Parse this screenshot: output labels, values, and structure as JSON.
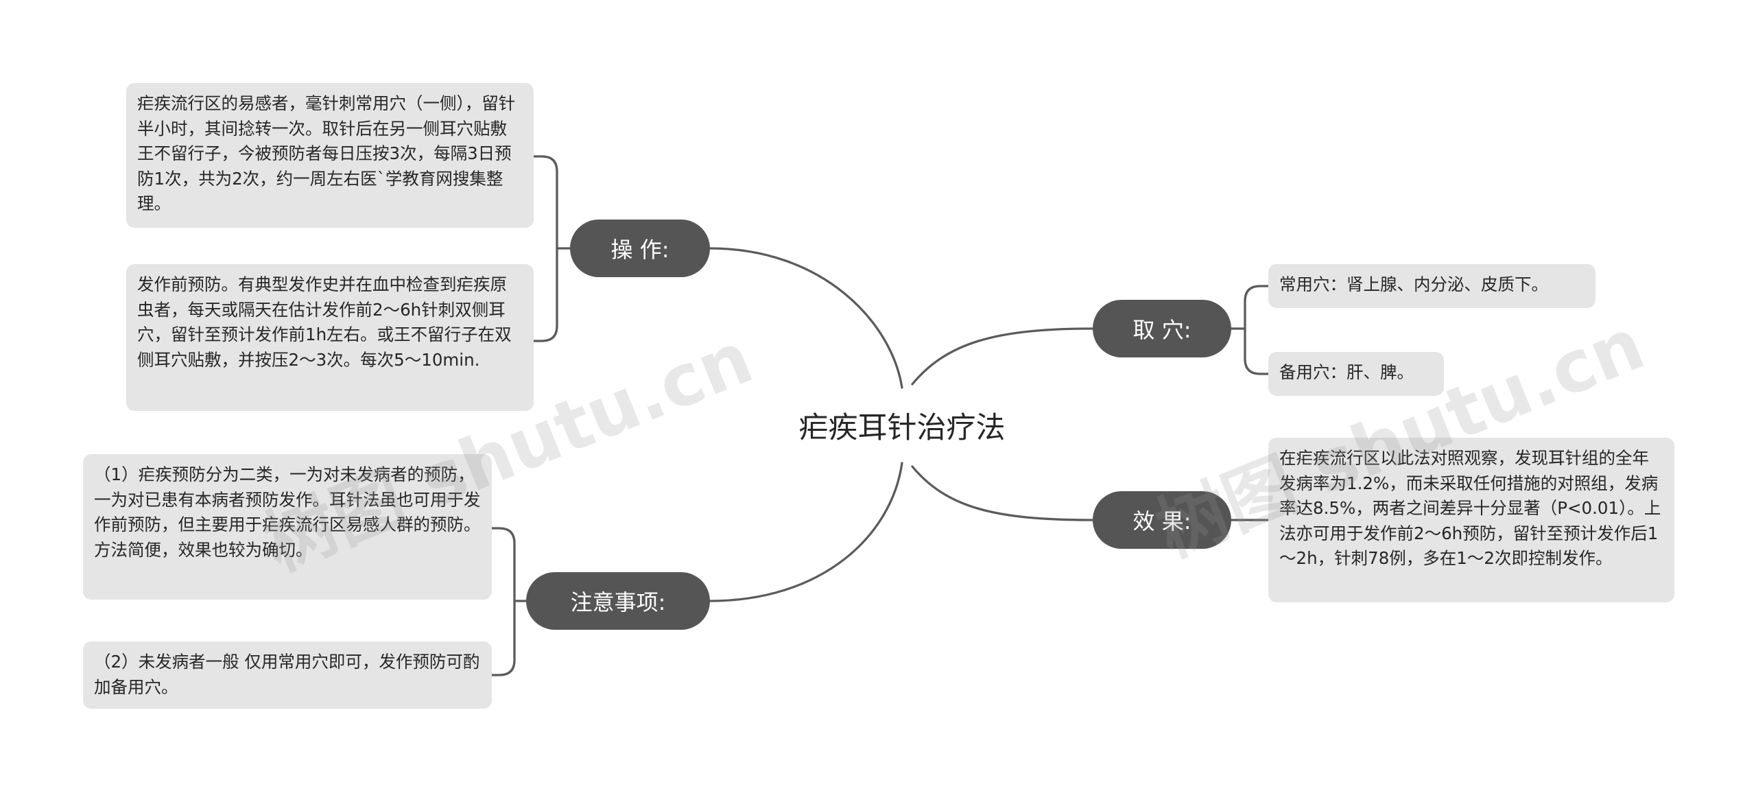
{
  "central_topic": "疟疾耳针治疗法",
  "branches": {
    "operation": {
      "label": "操 作:",
      "items": [
        "疟疾流行区的易感者，毫针刺常用穴（一侧），留针半小时，其间捻转一次。取针后在另一侧耳穴贴敷王不留行子，今被预防者每日压按3次，每隔3日预防1次，共为2次，约一周左右医`学教育网搜集整理。",
        "发作前预防。有典型发作史并在血中检查到疟疾原虫者，每天或隔天在估计发作前2～6h针刺双侧耳穴，留针至预计发作前1h左右。或王不留行子在双侧耳穴贴敷，并按压2～3次。每次5～10min."
      ]
    },
    "notes": {
      "label": "注意事项:",
      "items": [
        "（1）疟疾预防分为二类，一为对未发病者的预防，一为对已患有本病者预防发作。耳针法虽也可用于发作前预防，但主要用于疟疾流行区易感人群的预防。方法简便，效果也较为确切。",
        "（2）未发病者一般 仅用常用穴即可，发作预防可酌加备用穴。"
      ]
    },
    "acupoints": {
      "label": "取 穴:",
      "items": [
        "常用穴：肾上腺、内分泌、皮质下。",
        "备用穴：肝、脾。"
      ]
    },
    "effect": {
      "label": "效 果:",
      "items": [
        "在疟疾流行区以此法对照观察，发现耳针组的全年发病率为1.2%，而未采取任何措施的对照组，发病率达8.5%，两者之间差异十分显著（P<0.01）。上法亦可用于发作前2～6h预防，留针至预计发作后1～2h，针刺78例，多在1～2次即控制发作。"
      ]
    }
  },
  "watermarks": [
    "树图 shutu.cn",
    "树图 shutu.cn"
  ],
  "colors": {
    "branch_fill": "#555555",
    "leaf_fill": "#e5e5e5",
    "connector": "#5b5b5b",
    "text": "#262626"
  }
}
